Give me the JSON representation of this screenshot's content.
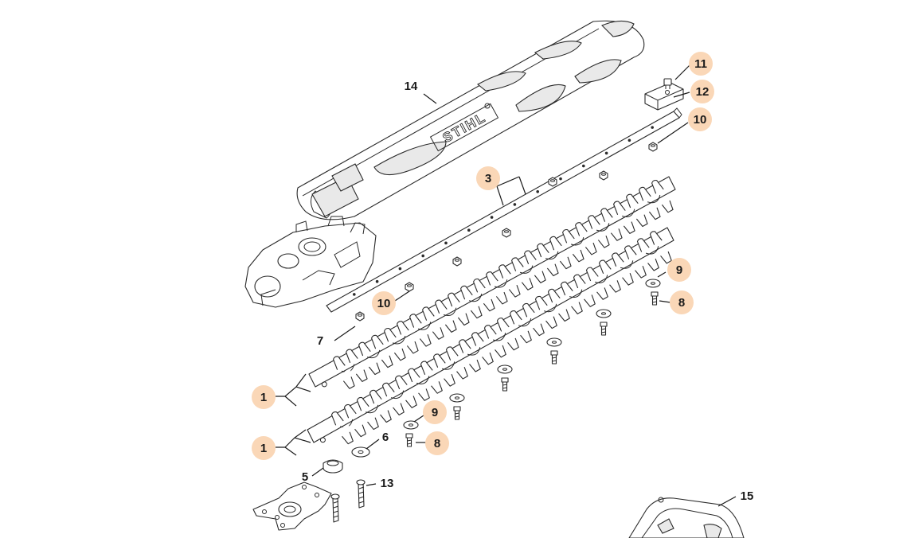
{
  "brand_logo": "STIHL",
  "colors": {
    "callout_fill": "#fad7b7",
    "line": "#2a2a2a",
    "shade": "#e6e6e6",
    "background": "#ffffff"
  },
  "callouts": {
    "c1a": "1",
    "c1b": "1",
    "c3": "3",
    "c5": "5",
    "c6": "6",
    "c7": "7",
    "c8a": "8",
    "c8b": "8",
    "c9a": "9",
    "c9b": "9",
    "c10a": "10",
    "c10b": "10",
    "c11": "11",
    "c12": "12",
    "c13": "13",
    "c14": "14",
    "c15": "15"
  }
}
